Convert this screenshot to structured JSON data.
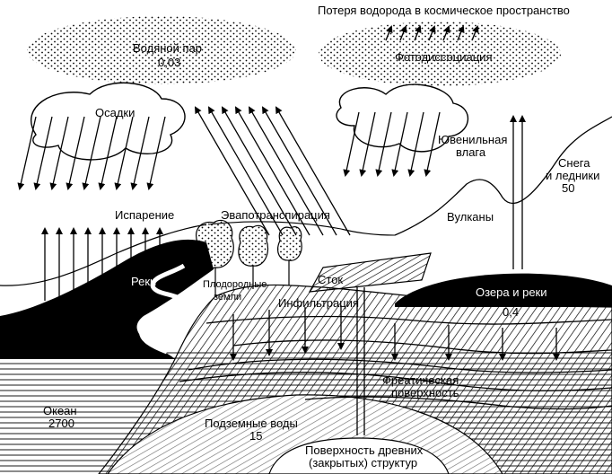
{
  "labels": {
    "hydrogen_loss": "Потеря водорода в космическое пространство",
    "water_vapor": "Водяной пар",
    "water_vapor_value": "0,03",
    "photodissociation": "Фотодиссоциация",
    "precipitation": "Осадки",
    "juvenile_water_1": "Ювенильная",
    "juvenile_water_2": "влага",
    "snow_1": "Снега",
    "snow_2": "и ледники",
    "snow_value": "50",
    "evaporation": "Испарение",
    "evapotranspiration": "Эвапотранспирация",
    "volcanoes": "Вулканы",
    "rivers": "Реки",
    "fertile_lands_1": "Плодородные",
    "fertile_lands_2": "земли",
    "runoff": "Сток",
    "infiltration": "Инфильтрация",
    "lakes_rivers": "Озера и реки",
    "lakes_rivers_value": "0,4",
    "phreatic_1": "Фреатическая",
    "phreatic_2": "поверхность",
    "ocean": "Океан",
    "ocean_value": "2700",
    "groundwater": "Подземные воды",
    "groundwater_value": "15",
    "ancient_surface_1": "Поверхность древних",
    "ancient_surface_2": "(закрытых) структур"
  },
  "colors": {
    "ink": "#000000",
    "paper": "#ffffff"
  }
}
